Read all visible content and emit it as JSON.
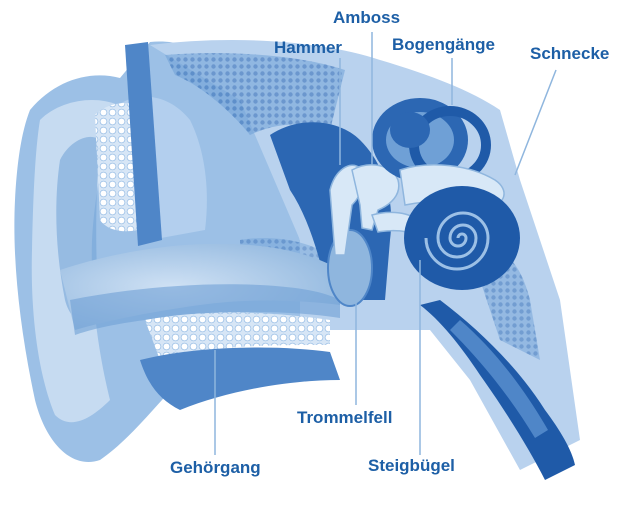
{
  "colors": {
    "label": "#1d5fa6",
    "leader": "#8fb6de",
    "skin_light": "#c6dbf1",
    "skin_mid": "#9cc0e6",
    "skin_dark": "#6fa0d6",
    "deep": "#2c67b3",
    "cochlea": "#1f5aa8",
    "bone": "#b9d2ee",
    "ossicle": "#d8e8f7"
  },
  "labels": {
    "amboss": "Amboss",
    "hammer": "Hammer",
    "bogengaenge": "Bogengänge",
    "schnecke": "Schnecke",
    "trommelfell": "Trommelfell",
    "gehoergang": "Gehörgang",
    "steigbuegel": "Steigbügel"
  }
}
